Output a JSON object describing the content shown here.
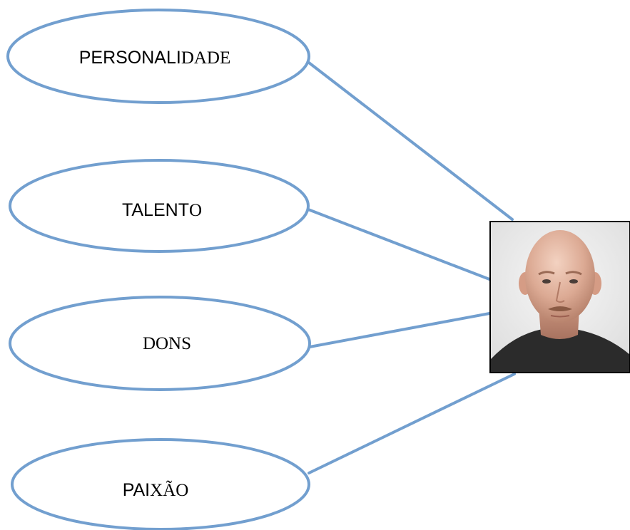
{
  "diagram": {
    "nodes": [
      {
        "id": "personalidade",
        "label_sans": "PERSONALI",
        "label_serif": "DADE"
      },
      {
        "id": "talento",
        "label_sans": "TALENT",
        "label_serif": "O"
      },
      {
        "id": "dons",
        "label_sans": "",
        "label_serif": "DONS"
      },
      {
        "id": "paixao",
        "label_sans": "PAI",
        "label_serif": "XÃO"
      }
    ],
    "portrait": {
      "icon": "person-portrait-photo"
    },
    "colors": {
      "line": "#729fcf",
      "oval_stroke": "#729fcf",
      "frame": "#000000",
      "text": "#000000"
    }
  }
}
